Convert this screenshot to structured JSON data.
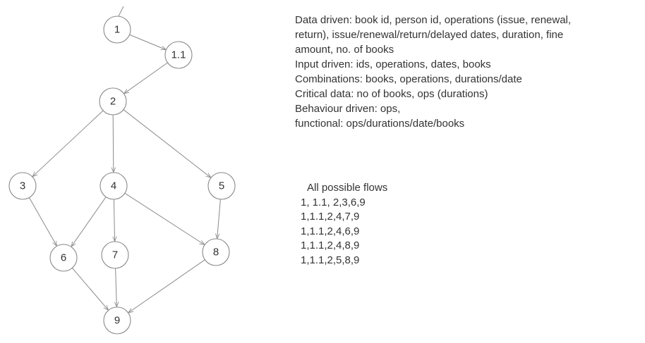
{
  "graph": {
    "nodes": [
      {
        "id": "n1",
        "label": "1"
      },
      {
        "id": "n11",
        "label": "1.1"
      },
      {
        "id": "n2",
        "label": "2"
      },
      {
        "id": "n3",
        "label": "3"
      },
      {
        "id": "n4",
        "label": "4"
      },
      {
        "id": "n5",
        "label": "5"
      },
      {
        "id": "n6",
        "label": "6"
      },
      {
        "id": "n7",
        "label": "7"
      },
      {
        "id": "n8",
        "label": "8"
      },
      {
        "id": "n9",
        "label": "9"
      }
    ],
    "edges": [
      [
        "n1",
        "n11"
      ],
      [
        "n11",
        "n2"
      ],
      [
        "n2",
        "n3"
      ],
      [
        "n2",
        "n4"
      ],
      [
        "n2",
        "n5"
      ],
      [
        "n3",
        "n6"
      ],
      [
        "n4",
        "n6"
      ],
      [
        "n4",
        "n7"
      ],
      [
        "n4",
        "n8"
      ],
      [
        "n5",
        "n8"
      ],
      [
        "n6",
        "n9"
      ],
      [
        "n7",
        "n9"
      ],
      [
        "n8",
        "n9"
      ]
    ]
  },
  "notes": {
    "line1": "Data driven:  book id, person id, operations (issue, renewal,",
    "line2": "return), issue/renewal/return/delayed dates, duration, fine",
    "line3": "amount, no. of books",
    "line4": "Input driven: ids, operations, dates, books",
    "line5": "Combinations: books, operations, durations/date",
    "line6": "Critical data: no of books, ops (durations)",
    "line7": "Behaviour driven: ops,",
    "line8": "functional: ops/durations/date/books"
  },
  "flows": {
    "heading": "All possible flows",
    "items": [
      "1, 1.1, 2,3,6,9",
      "1,1.1,2,4,7,9",
      "1,1.1,2,4,6,9",
      "1,1.1,2,4,8,9",
      "1,1.1,2,5,8,9"
    ]
  }
}
